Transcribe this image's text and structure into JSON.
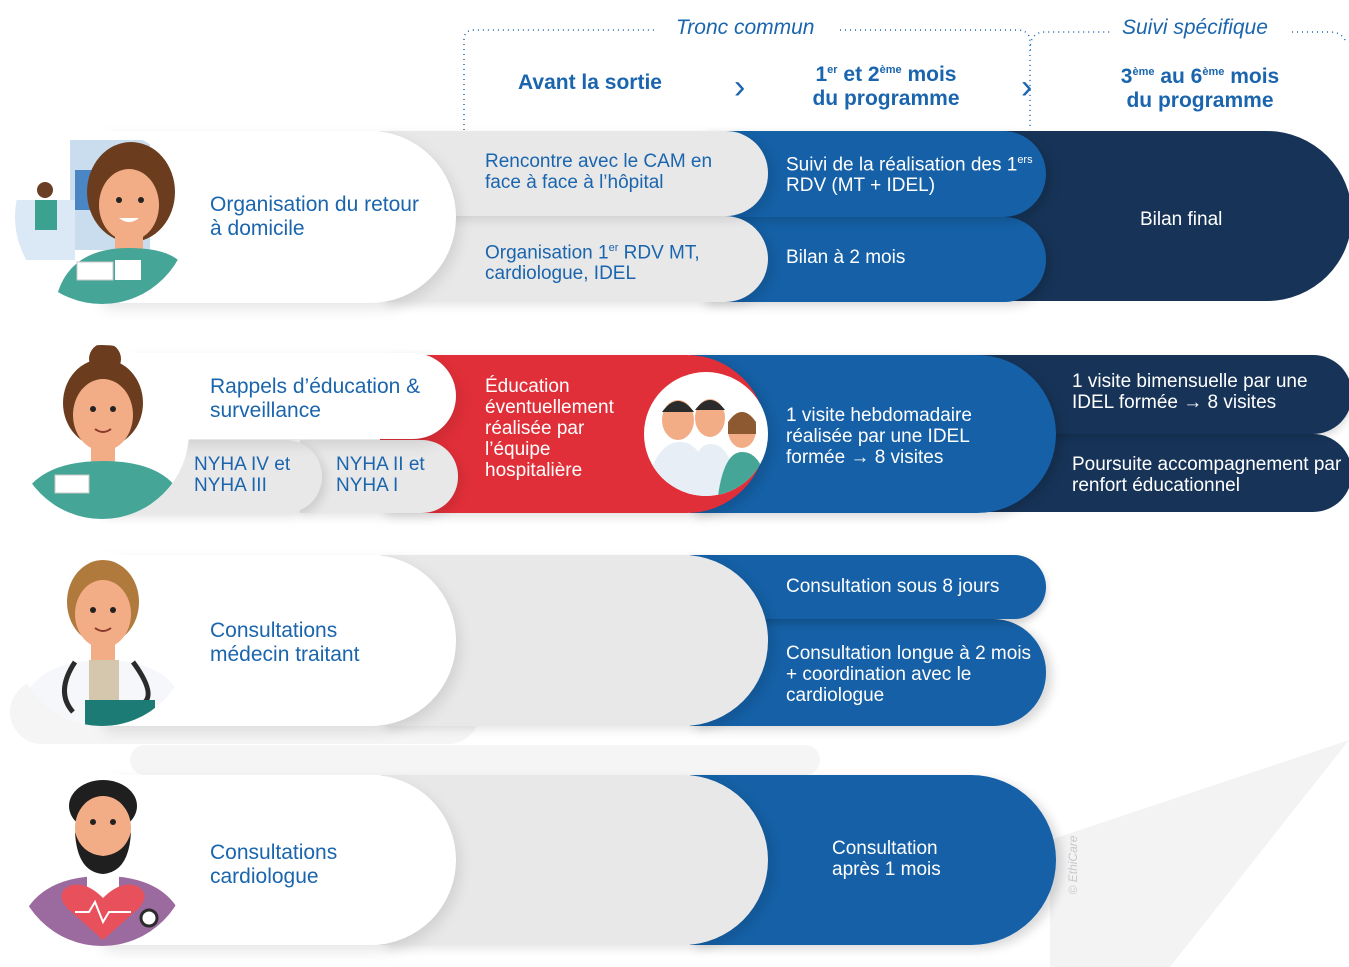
{
  "header": {
    "tronc_commun": "Tronc commun",
    "suivi_specifique": "Suivi spécifique",
    "col1": "Avant la sortie",
    "col2_sup1": "er",
    "col2_mid": " et 2",
    "col2_sup2": "ème",
    "col2_end": " mois",
    "col2_line2": "du programme",
    "col3_sup1": "ème",
    "col3_mid": " au 6",
    "col3_sup2": "ème",
    "col3_end": " mois",
    "col3_line2": "du programme"
  },
  "rows": {
    "r1": {
      "label": "Organisation du retour à domicile",
      "a1": "Rencontre avec le CAM en face à face à l’hôpital",
      "a2_pre": "Organisation 1",
      "a2_sup": "er",
      "a2_post": " RDV MT, cardiologue, IDEL",
      "b1_pre": "Suivi de la réalisation des 1",
      "b1_sup": "ers",
      "b1_post": " RDV (MT + IDEL)",
      "b2": "Bilan à 2 mois",
      "c": "Bilan final"
    },
    "r2": {
      "label": "Rappels d’éducation & surveillance",
      "nyha_a": "NYHA IV et NYHA III",
      "nyha_b": "NYHA II et NYHA I",
      "a": "Éducation éventuellement réalisée par l’équipe hospitalière",
      "b": "1 visite hebdomadaire réalisée par une IDEL formée → 8 visites",
      "c1": "1 visite bimensuelle par une IDEL formée → 8 visites",
      "c2": "Poursuite accompagnement par renfort éducationnel"
    },
    "r3": {
      "label": "Consultations médecin traitant",
      "b1": "Consultation sous 8 jours",
      "b2": "Consultation longue à 2 mois + coordination avec le cardiologue"
    },
    "r4": {
      "label": "Consultations cardiologue",
      "b": "Consultation après 1 mois"
    }
  },
  "copyright": "© EthiCare",
  "colors": {
    "blue": "#1560a6",
    "navy": "#173458",
    "red": "#e12f39",
    "gray": "#e8e8e9",
    "text_blue": "#1a65ad"
  }
}
